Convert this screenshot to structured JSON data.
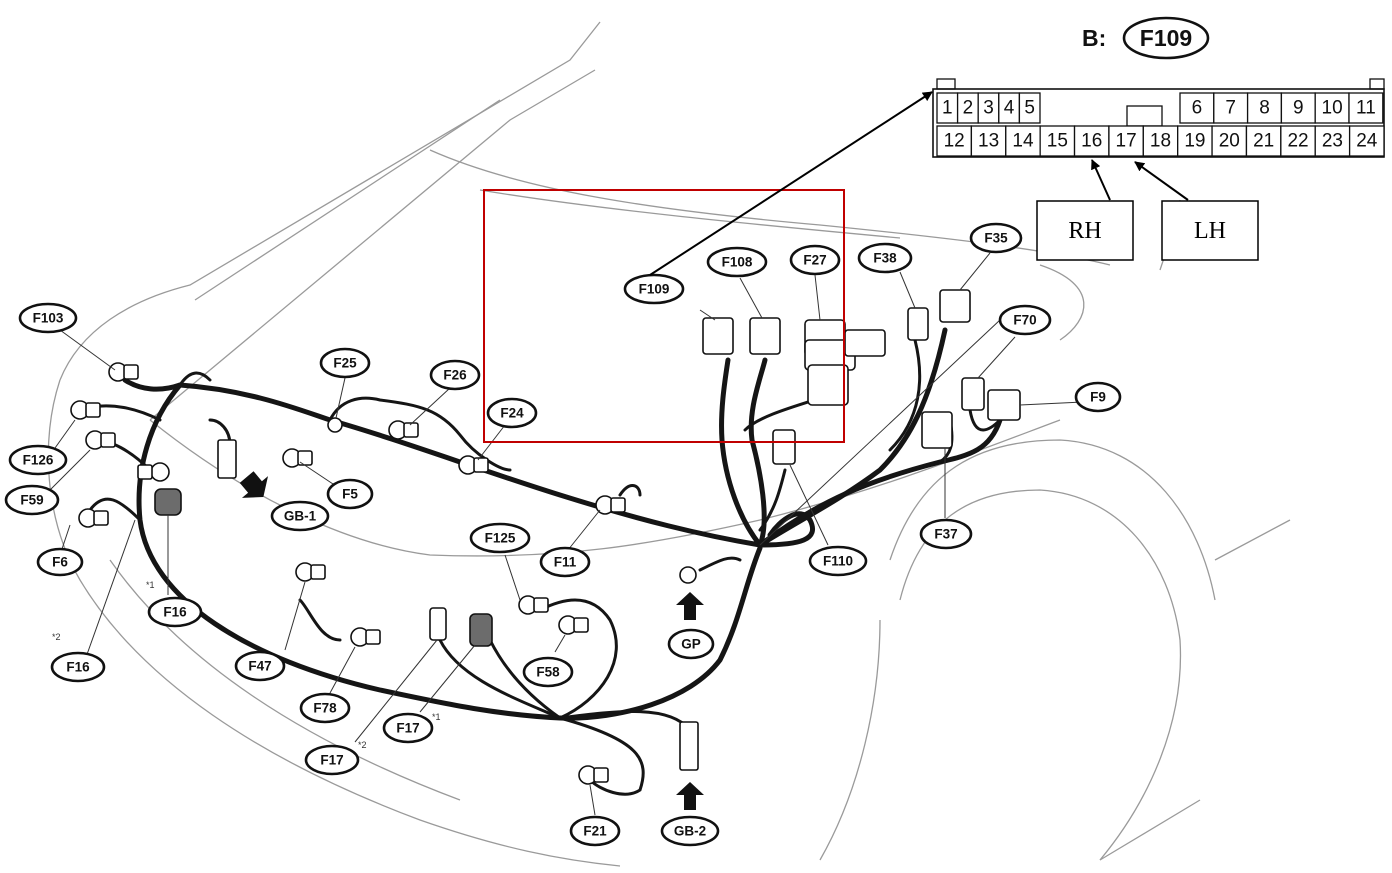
{
  "connector_view": {
    "prefix": "B:",
    "name": "F109",
    "pins_row1_left": [
      "1",
      "2",
      "3",
      "4",
      "5"
    ],
    "pins_row1_right": [
      "6",
      "7",
      "8",
      "9",
      "10",
      "11"
    ],
    "pins_row2": [
      "12",
      "13",
      "14",
      "15",
      "16",
      "17",
      "18",
      "19",
      "20",
      "21",
      "22",
      "23",
      "24"
    ]
  },
  "callouts": {
    "rh": "RH",
    "lh": "LH"
  },
  "labels": {
    "f103": "F103",
    "f126": "F126",
    "f59": "F59",
    "f6": "F6",
    "f16a": "F16",
    "f16b": "F16",
    "f25": "F25",
    "f26": "F26",
    "f24": "F24",
    "f5": "F5",
    "gb1": "GB-1",
    "f109": "F109",
    "f108": "F108",
    "f27": "F27",
    "f38": "F38",
    "f35": "F35",
    "f70": "F70",
    "f9": "F9",
    "f37": "F37",
    "f110": "F110",
    "f125": "F125",
    "f11": "F11",
    "gp": "GP",
    "f58": "F58",
    "f47": "F47",
    "f78": "F78",
    "f17a": "F17",
    "f17b": "F17",
    "f21": "F21",
    "gb2": "GB-2"
  },
  "notes": {
    "n1a": "*1",
    "n2a": "*2",
    "n1b": "*1",
    "n2b": "*2"
  }
}
